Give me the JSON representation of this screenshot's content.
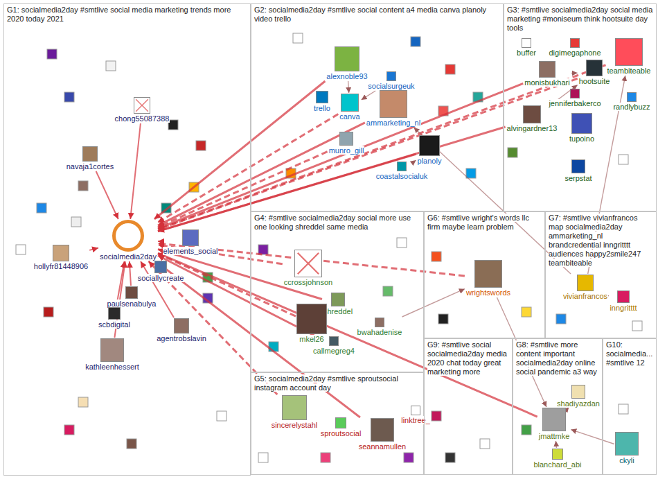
{
  "diagram": {
    "nodes": [
      {
        "text": [
          "G1: socialmedia2day #smtlive social media marketing trends more 2020 today 2021"
        ]
      },
      {
        "text": [
          "chong55087388"
        ],
        "in": 0
      },
      {
        "text": [
          "navaja1cortes"
        ],
        "in": 0
      },
      {
        "text": [
          "socialmedia2day"
        ],
        "in": 0
      },
      {
        "text": [
          "elements_social"
        ],
        "in": 0
      },
      {
        "text": [
          "hollyfr81448906"
        ],
        "in": 0
      },
      {
        "text": [
          "sociallycreate"
        ],
        "in": 0
      },
      {
        "text": [
          "paulsenabulya"
        ],
        "in": 0
      },
      {
        "text": [
          "scbdigital"
        ],
        "in": 0
      },
      {
        "text": [
          "agentrobslavin"
        ],
        "in": 0
      },
      {
        "text": [
          "kathleenhessert"
        ],
        "in": 0
      },
      {
        "text": [
          "G2: socialmedia2day #smtlive social content a4 media canva planoly video trello"
        ]
      },
      {
        "text": [
          "alexnoble93"
        ],
        "in": 11
      },
      {
        "text": [
          "socialsurgeuk"
        ],
        "in": 11
      },
      {
        "text": [
          "trello"
        ],
        "in": 11
      },
      {
        "text": [
          "canva"
        ],
        "in": 11
      },
      {
        "text": [
          "ammarketing_nl"
        ],
        "in": 11
      },
      {
        "text": [
          "munro_gill"
        ],
        "in": 11
      },
      {
        "text": [
          "planoly"
        ],
        "in": 11
      },
      {
        "text": [
          "coastalsocialuk"
        ],
        "in": 11
      },
      {
        "text": [
          "G3: #smtlive socialmedia2day social media marketing #moniseum think hootsuite day tools"
        ]
      },
      {
        "text": [
          "buffer"
        ],
        "in": 20
      },
      {
        "text": [
          "digimegaphone"
        ],
        "in": 20
      },
      {
        "text": [
          "teambiteable"
        ],
        "in": 20
      },
      {
        "text": [
          "monisbukhari"
        ],
        "in": 20
      },
      {
        "text": [
          "hootsuite"
        ],
        "in": 20
      },
      {
        "text": [
          "jenniferbakerco"
        ],
        "in": 20
      },
      {
        "text": [
          "randlybuzz"
        ],
        "in": 20
      },
      {
        "text": [
          "alvingardner13"
        ],
        "in": 20
      },
      {
        "text": [
          "tupoino"
        ],
        "in": 20
      },
      {
        "text": [
          "serpstat"
        ],
        "in": 20
      },
      {
        "text": [
          "G4: #smtlive socialmedia2day social more use one looking shreddel same media"
        ]
      },
      {
        "text": [
          "ccrossjohnson"
        ],
        "in": 31
      },
      {
        "text": [
          "shreddel"
        ],
        "in": 31
      },
      {
        "text": [
          "mkel26"
        ],
        "in": 31
      },
      {
        "text": [
          "bwahadenise"
        ],
        "in": 31
      },
      {
        "text": [
          "callmegreg4"
        ],
        "in": 31
      },
      {
        "text": [
          "G5: socialmedia2day #smtlive sproutsocial instagram account day"
        ]
      },
      {
        "text": [
          "sincerelystahl"
        ],
        "in": 37
      },
      {
        "text": [
          "sproutsocial"
        ],
        "in": 37
      },
      {
        "text": [
          "seannamullen"
        ],
        "in": 37
      },
      {
        "text": [
          "linktree_"
        ],
        "in": 37
      },
      {
        "text": [
          "G6: #smtlive wright's words llc firm maybe learn problem"
        ]
      },
      {
        "text": [
          "wrightswords"
        ],
        "in": 42
      },
      {
        "text": [
          "G7: #smtlive vivianfrancos map socialmedia2day ammarketing_nl brandcredential inngritttt audiences happy2smile247 teambiteable"
        ]
      },
      {
        "text": [
          "vivianfrancos"
        ],
        "in": 44
      },
      {
        "text": [
          "inngritttt"
        ],
        "in": 44
      },
      {
        "text": [
          "G8: #smtlive more content important socialmedia2day online social pandemic a3 way"
        ]
      },
      {
        "text": [
          "shadiyazdan"
        ],
        "in": 47
      },
      {
        "text": [
          "jmattmke"
        ],
        "in": 47
      },
      {
        "text": [
          "blanchard_abi"
        ],
        "in": 47
      },
      {
        "text": [
          "G9: #smtlive social socialmedia2day media 2020 chat today great marketing more"
        ]
      },
      {
        "text": [
          "G10: socialmedia... #smtlive 12"
        ]
      },
      {
        "text": [
          "ckyli"
        ],
        "in": 52
      }
    ],
    "edges": [
      {
        "from": 1,
        "to": 3,
        "arrow": "to"
      },
      {
        "from": 2,
        "to": 3,
        "arrow": "to"
      },
      {
        "from": 5,
        "to": 3,
        "arrow": "to"
      },
      {
        "from": 4,
        "to": 3,
        "arrow": "to"
      },
      {
        "from": 6,
        "to": 3,
        "arrow": "to"
      },
      {
        "from": 7,
        "to": 3,
        "arrow": "to"
      },
      {
        "from": 8,
        "to": 3,
        "arrow": "to"
      },
      {
        "from": 9,
        "to": 3,
        "arrow": "to"
      },
      {
        "from": 10,
        "to": 3,
        "arrow": "to"
      },
      {
        "from": 12,
        "to": 3,
        "arrow": "to"
      },
      {
        "from": 15,
        "to": 3,
        "arrow": "to"
      },
      {
        "from": 16,
        "to": 3,
        "arrow": "to"
      },
      {
        "from": 17,
        "to": 3,
        "arrow": "to"
      },
      {
        "from": 18,
        "to": 3,
        "arrow": "to"
      },
      {
        "from": 23,
        "to": 3,
        "arrow": "to"
      },
      {
        "from": 24,
        "to": 3,
        "arrow": "to"
      },
      {
        "from": 25,
        "to": 3,
        "arrow": "to"
      },
      {
        "from": 28,
        "to": 3,
        "arrow": "to"
      },
      {
        "from": 32,
        "to": 3,
        "arrow": "to"
      },
      {
        "from": 33,
        "to": 3,
        "arrow": "to"
      },
      {
        "from": 34,
        "to": 3,
        "arrow": "to"
      },
      {
        "from": 36,
        "to": 3,
        "arrow": "to"
      },
      {
        "from": 38,
        "to": 3,
        "arrow": "to"
      },
      {
        "from": 40,
        "to": 3,
        "arrow": "to"
      },
      {
        "from": 43,
        "to": 3,
        "arrow": "to"
      },
      {
        "from": 49,
        "to": 3,
        "arrow": "to"
      },
      {
        "from": 45,
        "to": 23,
        "arrow": "to"
      },
      {
        "from": 45,
        "to": 16,
        "arrow": "to"
      },
      {
        "from": 46,
        "to": 45,
        "arrow": "to"
      },
      {
        "from": 24,
        "to": 25,
        "arrow": "to"
      },
      {
        "from": 28,
        "to": 25,
        "arrow": "to"
      },
      {
        "from": 43,
        "to": 49,
        "arrow": "to"
      },
      {
        "from": 50,
        "to": 49,
        "arrow": "to"
      },
      {
        "from": 48,
        "to": 49,
        "arrow": "to"
      },
      {
        "from": 53,
        "to": 49,
        "arrow": "to"
      },
      {
        "from": 12,
        "to": 15,
        "arrow": "to"
      },
      {
        "from": 13,
        "to": 15,
        "arrow": "to"
      },
      {
        "from": 19,
        "to": 18,
        "arrow": "to"
      },
      {
        "from": 34,
        "to": 33,
        "arrow": "to"
      },
      {
        "from": 35,
        "to": 43,
        "arrow": "to"
      }
    ]
  }
}
